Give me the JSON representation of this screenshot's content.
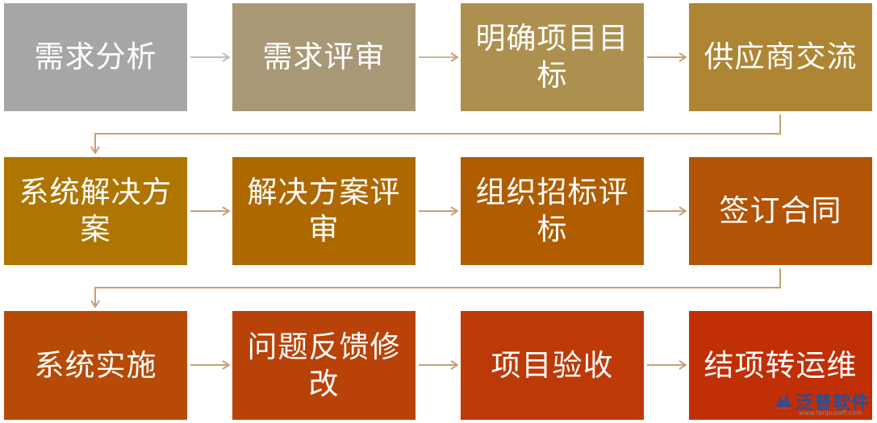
{
  "steps": [
    {
      "label": "需求分析",
      "color": "#a6a6a6"
    },
    {
      "label": "需求评审",
      "color": "#a89876"
    },
    {
      "label": "明确项目目标",
      "color": "#ad904f"
    },
    {
      "label": "供应商交流",
      "color": "#ae8533"
    },
    {
      "label": "系统解决方案",
      "color": "#ae7500"
    },
    {
      "label": "解决方案评审",
      "color": "#ae6800"
    },
    {
      "label": "组织招标评标",
      "color": "#af5d00"
    },
    {
      "label": "签订合同",
      "color": "#b25306"
    },
    {
      "label": "系统实施",
      "color": "#b64a06"
    },
    {
      "label": "问题反馈修改",
      "color": "#b94208"
    },
    {
      "label": "项目验收",
      "color": "#bd3a08"
    },
    {
      "label": "结项转运维",
      "color": "#c12f07"
    }
  ],
  "arrow_color_light": "#bfbfbf",
  "arrow_color_dark": "#c8a070",
  "logo": {
    "text": "泛普软件",
    "subtext": "www.fanpusoft.com",
    "color": "#2a4f97"
  }
}
